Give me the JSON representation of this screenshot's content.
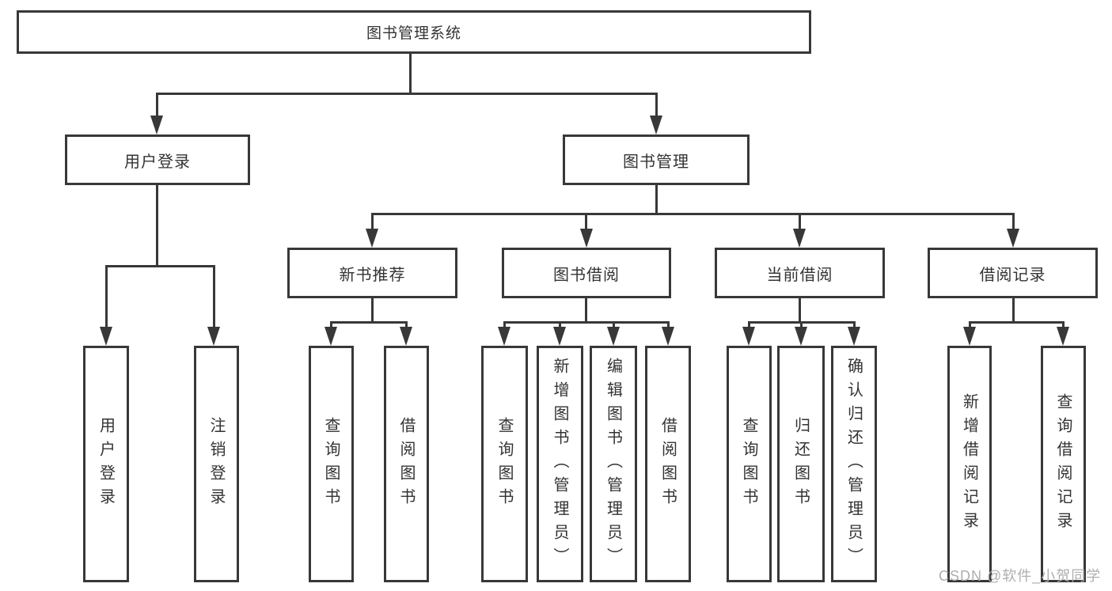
{
  "tree": {
    "root": {
      "label": "图书管理系统"
    },
    "branches": [
      {
        "label": "用户登录",
        "children": [
          {
            "label": "用户登录"
          },
          {
            "label": "注销登录"
          }
        ]
      },
      {
        "label": "图书管理",
        "groups": [
          {
            "label": "新书推荐",
            "children": [
              {
                "label": "查询图书"
              },
              {
                "label": "借阅图书"
              }
            ]
          },
          {
            "label": "图书借阅",
            "children": [
              {
                "label": "查询图书"
              },
              {
                "label": "新增图书（管理员）"
              },
              {
                "label": "编辑图书（管理员）"
              },
              {
                "label": "借阅图书"
              }
            ]
          },
          {
            "label": "当前借阅",
            "children": [
              {
                "label": "查询图书"
              },
              {
                "label": "归还图书"
              },
              {
                "label": "确认归还（管理员）"
              }
            ]
          },
          {
            "label": "借阅记录",
            "children": [
              {
                "label": "新增借阅记录"
              },
              {
                "label": "查询借阅记录"
              }
            ]
          }
        ]
      }
    ]
  },
  "watermark": "CSDN @软件_小贺同学",
  "colors": {
    "line": "#383838",
    "text": "#333333",
    "box_bg": "#ffffff",
    "watermark": "#aeaeae",
    "background": "#ffffff"
  }
}
